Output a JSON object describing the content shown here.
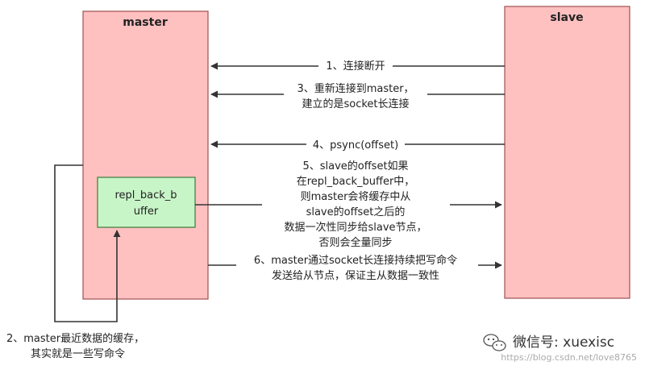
{
  "master": {
    "title": "master"
  },
  "slave": {
    "title": "slave"
  },
  "buffer": {
    "lines": [
      "repl_back_b",
      "uffer"
    ]
  },
  "steps": [
    {
      "id": "step1",
      "lines": [
        "1、连接断开"
      ]
    },
    {
      "id": "step3",
      "lines": [
        "3、重新连接到master，",
        "建立的是socket长连接"
      ]
    },
    {
      "id": "step4",
      "lines": [
        "4、psync(offset)"
      ]
    },
    {
      "id": "step5",
      "lines": [
        "5、slave的offset如果",
        "在repl_back_buffer中，",
        "则master会将缓存中从",
        "slave的offset之后的",
        "数据一次性同步给slave节点，",
        "否则会全量同步"
      ]
    },
    {
      "id": "step6",
      "lines": [
        "6、master通过socket长连接持续把写命令",
        "发送给从节点，保证主从数据一致性"
      ]
    },
    {
      "id": "step2",
      "lines": [
        "2、master最近数据的缓存，",
        "其实就是一些写命令"
      ]
    }
  ],
  "watermark": {
    "icon": "wechat-icon",
    "text": "微信号: xuexisc",
    "url": "https://blog.csdn.net/love8765"
  },
  "colors": {
    "box_fill": "#ffc0c0",
    "box_stroke": "#a05050",
    "buffer_fill": "#c8f5c8",
    "buffer_stroke": "#3a7a3a",
    "arrow": "#333333"
  }
}
